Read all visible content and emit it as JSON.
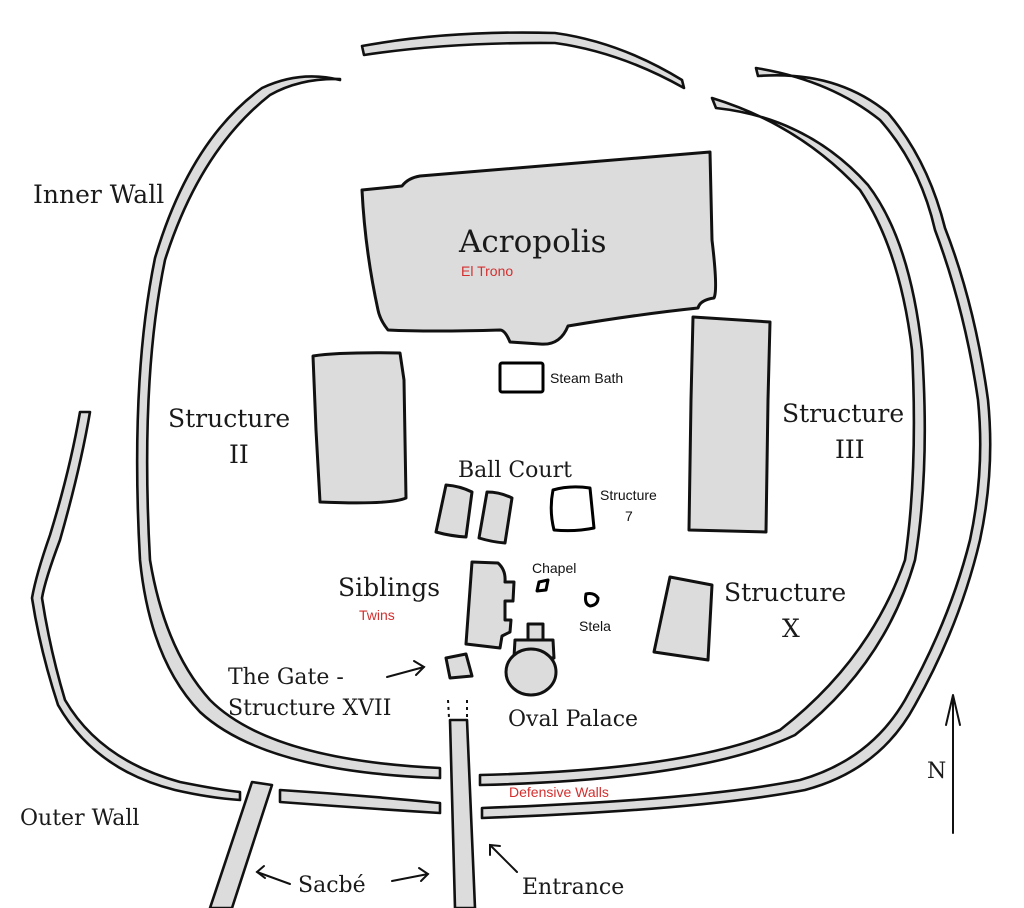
{
  "map": {
    "subject": "Site plan of a walled ceremonial center",
    "colors": {
      "structure_fill": "#dcdcdc",
      "outline": "#111111",
      "annotation_red": "#d32f2f",
      "background": "#ffffff"
    },
    "labels": {
      "inner_wall": "Inner Wall",
      "outer_wall": "Outer Wall",
      "acropolis": "Acropolis",
      "acropolis_alt": "El Trono",
      "steam_bath": "Steam Bath",
      "structure_ii_line1": "Structure",
      "structure_ii_line2": "II",
      "structure_iii_line1": "Structure",
      "structure_iii_line2": "III",
      "ball_court": "Ball Court",
      "structure_7_line1": "Structure",
      "structure_7_line2": "7",
      "chapel": "Chapel",
      "siblings": "Siblings",
      "siblings_alt": "Twins",
      "stela": "Stela",
      "structure_x_line1": "Structure",
      "structure_x_line2": "X",
      "gate_line1": "The Gate -",
      "gate_line2": "Structure XVII",
      "oval_palace": "Oval Palace",
      "defensive_walls": "Defensive Walls",
      "sacbe": "Sacbé",
      "entrance": "Entrance",
      "north": "N"
    },
    "north_arrow_icon": "north-arrow-icon"
  }
}
